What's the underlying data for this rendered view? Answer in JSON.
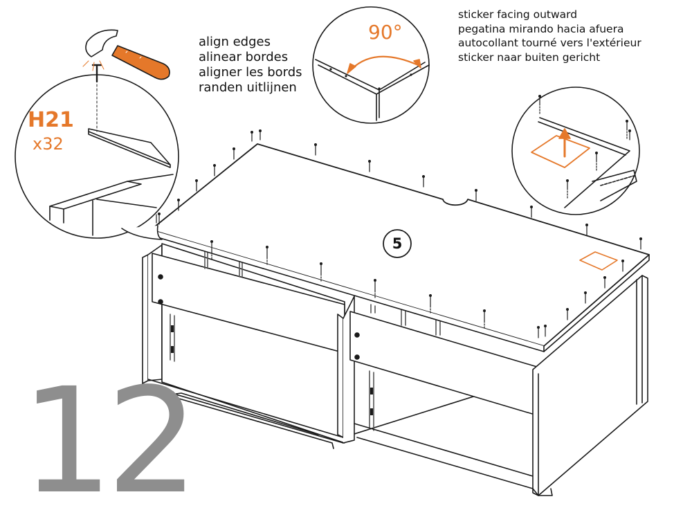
{
  "step": {
    "number": "12"
  },
  "hardware": {
    "code": "H21",
    "quantity": "x32"
  },
  "part": {
    "number": "5"
  },
  "angle": {
    "label": "90°"
  },
  "instructions": {
    "align_edges": [
      "align edges",
      "alinear bordes",
      "aligner les bords",
      "randen uitlijnen"
    ],
    "sticker": [
      "sticker facing outward",
      "pegatina mirando hacia afuera",
      "autocollant tourné vers l'extérieur",
      "sticker naar buiten gericht"
    ]
  },
  "colors": {
    "accent": "#E5782A",
    "line": "#1a1a1a",
    "step_number": "#8e8e8e",
    "panel_shade": "#e6e6e6"
  },
  "icons": [
    "hammer-icon",
    "nail-icon",
    "up-arrow-icon"
  ]
}
